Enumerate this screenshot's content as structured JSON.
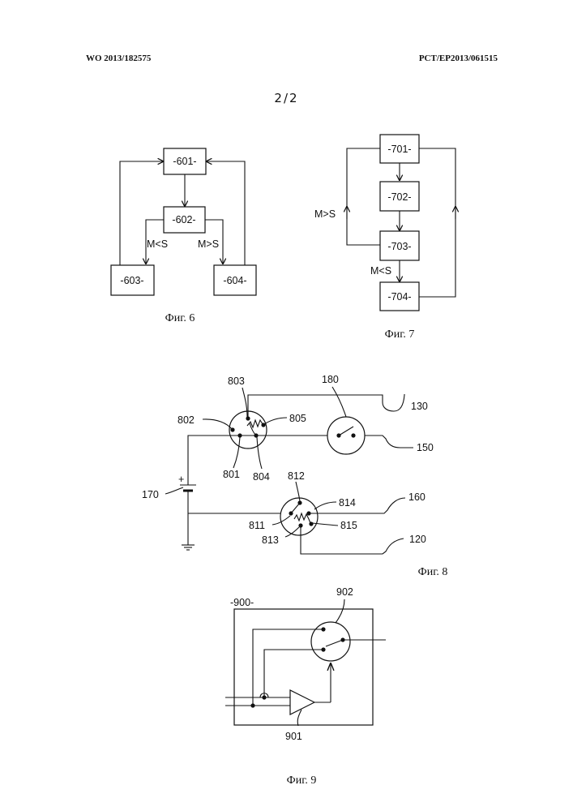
{
  "header": {
    "left": "WO 2013/182575",
    "right": "PCT/EP2013/061515"
  },
  "sheet_number": "2/2",
  "fig6": {
    "boxes": {
      "b601": "-601-",
      "b602": "-602-",
      "b603": "-603-",
      "b604": "-604-"
    },
    "labels": {
      "left": "M<S",
      "right": "M>S"
    },
    "caption": "Фиг. 6"
  },
  "fig7": {
    "boxes": {
      "b701": "-701-",
      "b702": "-702-",
      "b703": "-703-",
      "b704": "-704-"
    },
    "labels": {
      "loop": "M>S",
      "down": "M<S"
    },
    "caption": "Фиг. 7"
  },
  "fig8": {
    "refs": {
      "r803": "803",
      "r802": "802",
      "r805": "805",
      "r801": "801",
      "r804": "804",
      "r180": "180",
      "r130": "130",
      "r150": "150",
      "r170": "170",
      "r812": "812",
      "r814": "814",
      "r160": "160",
      "r811": "811",
      "r815": "815",
      "r813": "813",
      "r120": "120",
      "plus": "+"
    },
    "caption": "Фиг. 8"
  },
  "fig9": {
    "refs": {
      "r900": "-900-",
      "r902": "902",
      "r901": "901"
    },
    "caption": "Фиг. 9"
  }
}
